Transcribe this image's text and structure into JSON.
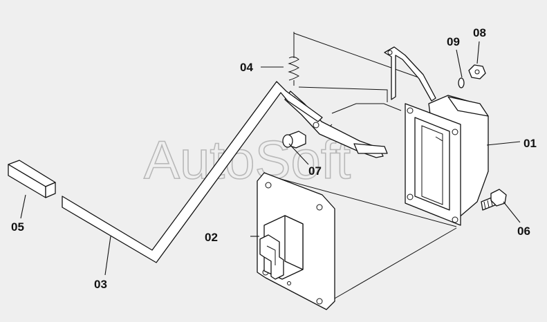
{
  "watermark": "AutoSoft",
  "callouts": {
    "p01": "01",
    "p02": "02",
    "p03": "03",
    "p04": "04",
    "p05": "05",
    "p06": "06",
    "p07": "07",
    "p08": "08",
    "p09": "09"
  }
}
